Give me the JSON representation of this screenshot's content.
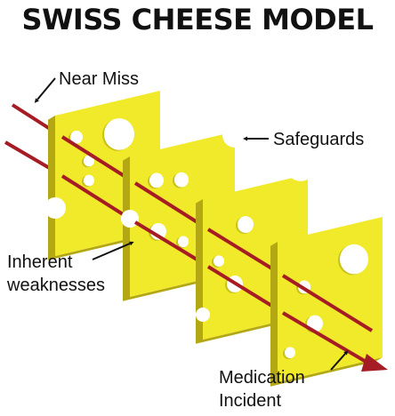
{
  "title": "SWISS CHEESE MODEL",
  "labels": {
    "near_miss": "Near Miss",
    "safeguards": "Safeguards",
    "inherent": "Inherent",
    "weaknesses": "weaknesses",
    "medication": "Medication",
    "incident": "Incident"
  },
  "colors": {
    "cheese_face": "#f1ea2a",
    "cheese_side": "#b3a814",
    "cheese_hole": "#ffffff",
    "cheese_hole_inner": "#c9c21a",
    "arrow": "#a51c24",
    "text": "#111111"
  }
}
